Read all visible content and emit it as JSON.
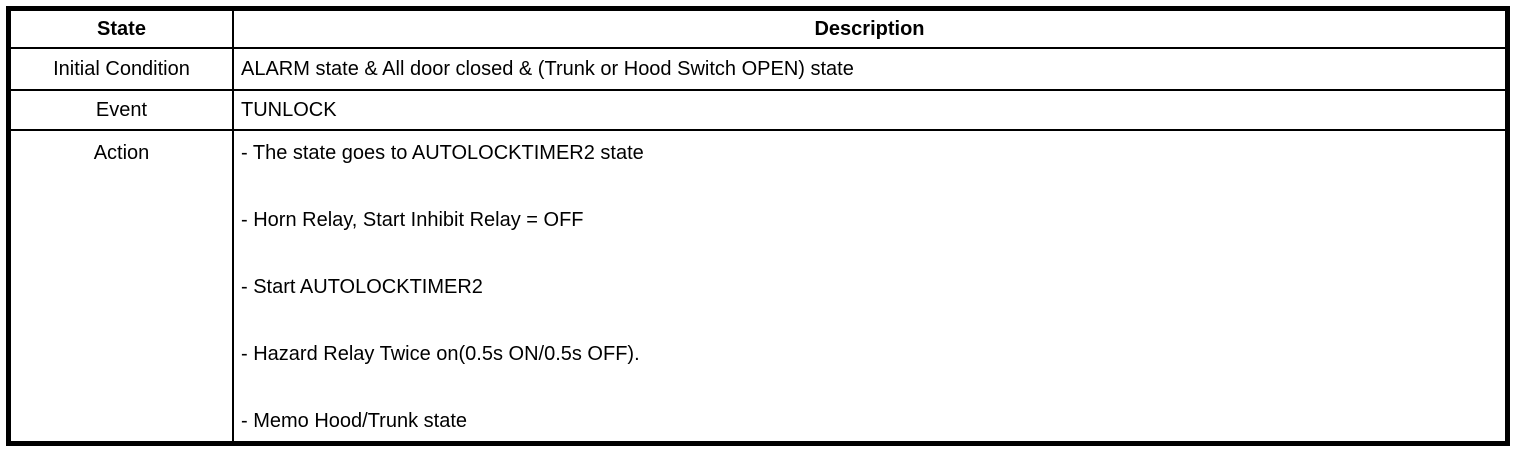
{
  "table": {
    "header": {
      "state": "State",
      "description": "Description"
    },
    "initial_condition": {
      "label": "Initial Condition",
      "value": "ALARM state & All door closed & (Trunk or Hood Switch OPEN) state"
    },
    "event": {
      "label": "Event",
      "value": "TUNLOCK"
    },
    "action": {
      "label": "Action",
      "lines": [
        "- The state goes to AUTOLOCKTIMER2 state",
        "- Horn Relay, Start Inhibit Relay = OFF",
        "- Start AUTOLOCKTIMER2",
        "- Hazard Relay Twice on(0.5s ON/0.5s OFF).",
        "- Memo Hood/Trunk state"
      ]
    }
  }
}
